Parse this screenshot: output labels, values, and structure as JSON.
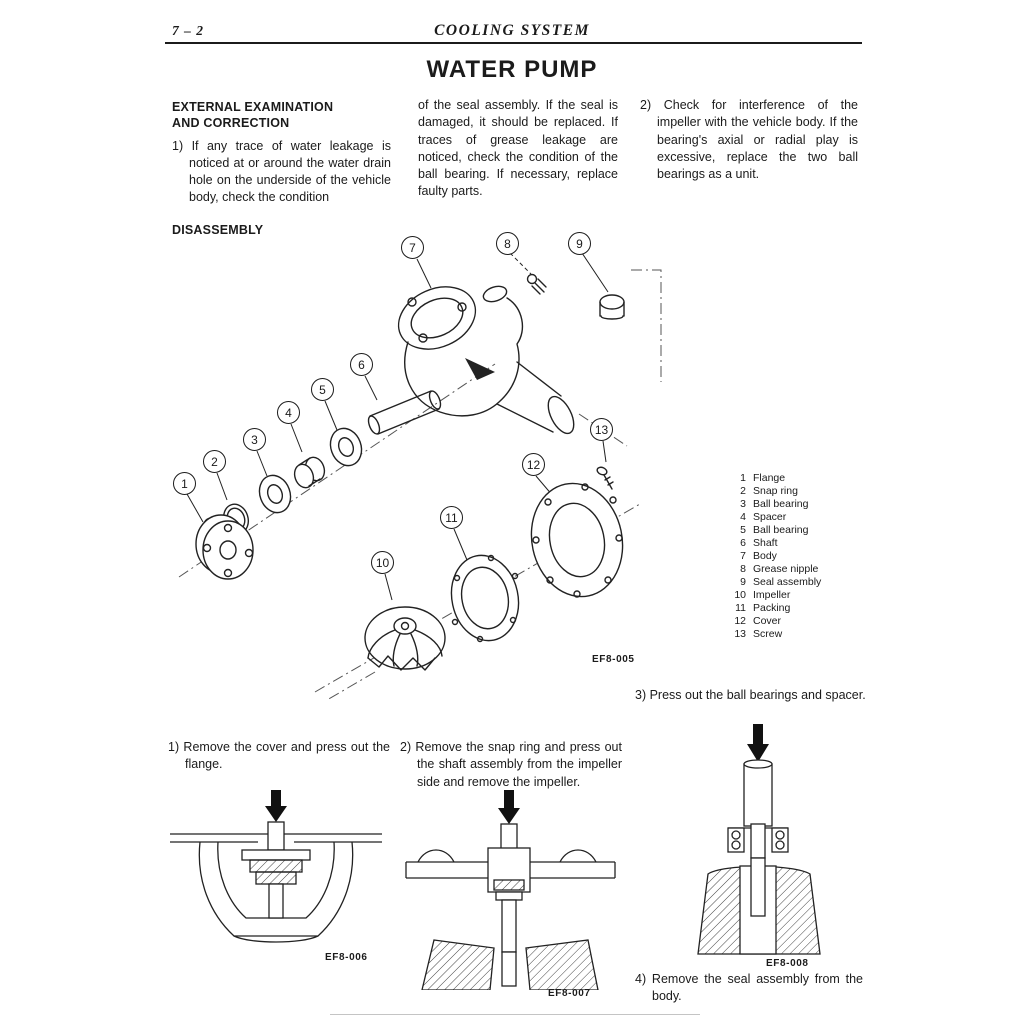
{
  "header": {
    "page_number": "7 – 2",
    "title": "COOLING SYSTEM"
  },
  "page_title": "WATER PUMP",
  "external": {
    "heading1": "EXTERNAL EXAMINATION",
    "heading2": "AND CORRECTION",
    "para1": "1) If any trace of water leakage is noticed at or around the water drain hole on the underside of the vehicle body, check the condition",
    "para2": "of the seal assembly. If the seal is damaged, it should be replaced. If traces of grease leakage are noticed, check the condition of the ball bearing. If necessary, replace faulty parts.",
    "para3": "2) Check for interference of the impeller with the vehicle body. If the bearing's axial or radial play is excessive, replace the two ball bearings as a unit."
  },
  "disassembly": {
    "heading": "DISASSEMBLY",
    "figure_label": "EF8-005",
    "callouts": [
      "1",
      "2",
      "3",
      "4",
      "5",
      "6",
      "7",
      "8",
      "9",
      "10",
      "11",
      "12",
      "13"
    ],
    "parts": [
      {
        "n": "1",
        "label": "Flange"
      },
      {
        "n": "2",
        "label": "Snap ring"
      },
      {
        "n": "3",
        "label": "Ball bearing"
      },
      {
        "n": "4",
        "label": "Spacer"
      },
      {
        "n": "5",
        "label": "Ball bearing"
      },
      {
        "n": "6",
        "label": "Shaft"
      },
      {
        "n": "7",
        "label": "Body"
      },
      {
        "n": "8",
        "label": "Grease nipple"
      },
      {
        "n": "9",
        "label": "Seal assembly"
      },
      {
        "n": "10",
        "label": "Impeller"
      },
      {
        "n": "11",
        "label": "Packing"
      },
      {
        "n": "12",
        "label": "Cover"
      },
      {
        "n": "13",
        "label": "Screw"
      }
    ]
  },
  "steps": {
    "step1": "1) Remove the cover and press out the flange.",
    "step2": "2) Remove the snap ring and press out the shaft assembly from the impeller side and remove the impeller.",
    "step3": "3) Press out the ball bearings and spacer.",
    "step4": "4) Remove the seal assembly from the body."
  },
  "figures": {
    "fig1_label": "EF8-006",
    "fig2_label": "EF8-007",
    "fig3_label": "EF8-008"
  }
}
